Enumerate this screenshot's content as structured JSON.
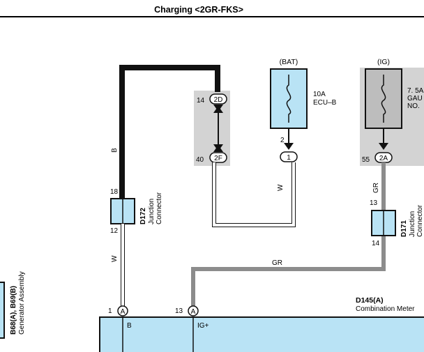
{
  "header": {
    "title": "Charging <2GR-FKS>"
  },
  "fuses": {
    "bat": {
      "supply": "(BAT)",
      "rating": "10A",
      "name": "ECU–B"
    },
    "ig": {
      "supply": "(IG)",
      "rating": "7. 5A",
      "name": "GAU",
      "name2": "NO."
    }
  },
  "connectors": {
    "c2d": {
      "pin": "14",
      "code": "2D"
    },
    "c2f": {
      "pin": "40",
      "code": "2F"
    },
    "c1": {
      "pin": "2",
      "code": "1"
    },
    "c2a": {
      "pin": "55",
      "code": "2A"
    }
  },
  "wires": {
    "b": "B",
    "w_left": "W",
    "w_mid": "W",
    "gr_upper": "GR",
    "gr_mid": "GR"
  },
  "junction_d172": {
    "id": "D172",
    "line1": "Junction",
    "line2": "Connector",
    "pin_top": "18",
    "pin_bottom": "12"
  },
  "junction_d171": {
    "id": "D171",
    "line1": "Junction",
    "line2": "Connector",
    "pin_top": "13",
    "pin_bottom": "14"
  },
  "generator": {
    "id": "B68(A), B69(B)",
    "name": "Generator Assembly"
  },
  "meter": {
    "id": "D145(A)",
    "name": "Combination Meter",
    "pin1": {
      "num": "1",
      "code": "A",
      "label": "B"
    },
    "pin2": {
      "num": "13",
      "code": "A",
      "label": "IG+"
    }
  },
  "colors": {
    "wire_b": "#111111",
    "wire_gr": "#8c8c8c",
    "component_fill": "#b9e3f5",
    "gray_block": "#d3d3d3"
  }
}
